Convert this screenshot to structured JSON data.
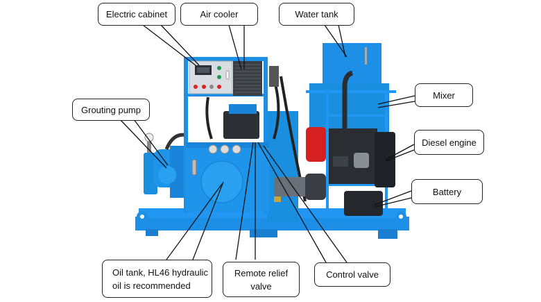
{
  "title": "Diesel grouting station component diagram",
  "colors": {
    "machine_blue": "#1a8fe0",
    "machine_blue_dark": "#0f6fb8",
    "frame_blue": "#2196f3",
    "engine_black": "#2a2d31",
    "fuel_tank_red": "#d61f1f",
    "cabinet_grey": "#d9dde2",
    "cooler_dark": "#3b3f44",
    "leader_line": "#111111"
  },
  "callouts": [
    {
      "id": "electric-cabinet",
      "label": "Electric cabinet"
    },
    {
      "id": "air-cooler",
      "label": "Air cooler"
    },
    {
      "id": "water-tank",
      "label": "Water tank"
    },
    {
      "id": "grouting-pump",
      "label": "Grouting pump"
    },
    {
      "id": "mixer",
      "label": "Mixer"
    },
    {
      "id": "diesel-engine",
      "label": "Diesel engine"
    },
    {
      "id": "battery",
      "label": "Battery"
    },
    {
      "id": "oil-tank",
      "label_line1": "Oil tank, HL46 hydraulic",
      "label_line2": "oil is recommended"
    },
    {
      "id": "remote-relief-valve",
      "label_line1": "Remote relief",
      "label_line2": "valve"
    },
    {
      "id": "control-valve",
      "label": "Control valve"
    }
  ]
}
